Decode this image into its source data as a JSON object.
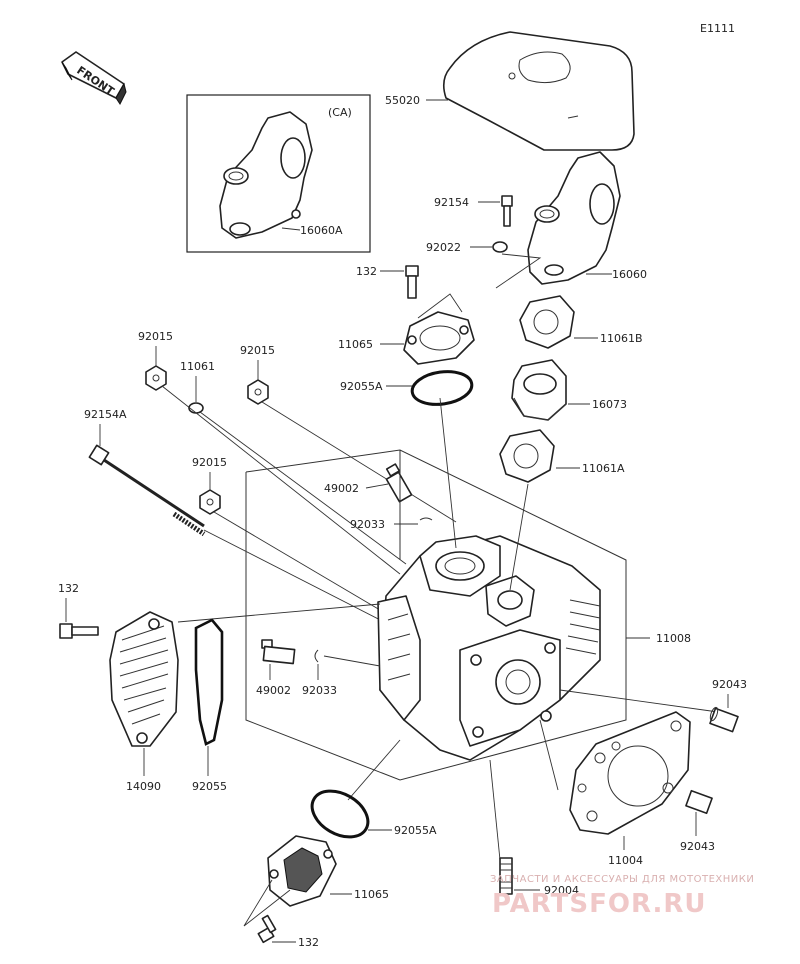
{
  "diagram_id": "E1111",
  "front_label": "FRONT",
  "variant_note": "(CA)",
  "watermark": {
    "line1": "ЗАПЧАСТИ И АКСЕССУАРЫ ДЛЯ МОТОТЕХНИКИ",
    "line2": "PARTSFOR.RU"
  },
  "parts": {
    "p55020": "55020",
    "p92154_top": "92154",
    "p92022": "92022",
    "p16060": "16060",
    "p16060A": "16060A",
    "p132_top": "132",
    "p11065_top": "11065",
    "p11061B": "11061B",
    "p92055A_top": "92055A",
    "p16073": "16073",
    "p11061A": "11061A",
    "p92015_a": "92015",
    "p92015_b": "92015",
    "p92015_c": "92015",
    "p11061": "11061",
    "p92154A": "92154A",
    "p49002_top": "49002",
    "p92033_top": "92033",
    "p11008": "11008",
    "p132_left": "132",
    "p49002_low": "49002",
    "p92033_low": "92033",
    "p14090": "14090",
    "p92055": "92055",
    "p92043_top": "92043",
    "p92043_low": "92043",
    "p11004": "11004",
    "p92055A_low": "92055A",
    "p92004": "92004",
    "p11065_low": "11065",
    "p132_low": "132"
  }
}
